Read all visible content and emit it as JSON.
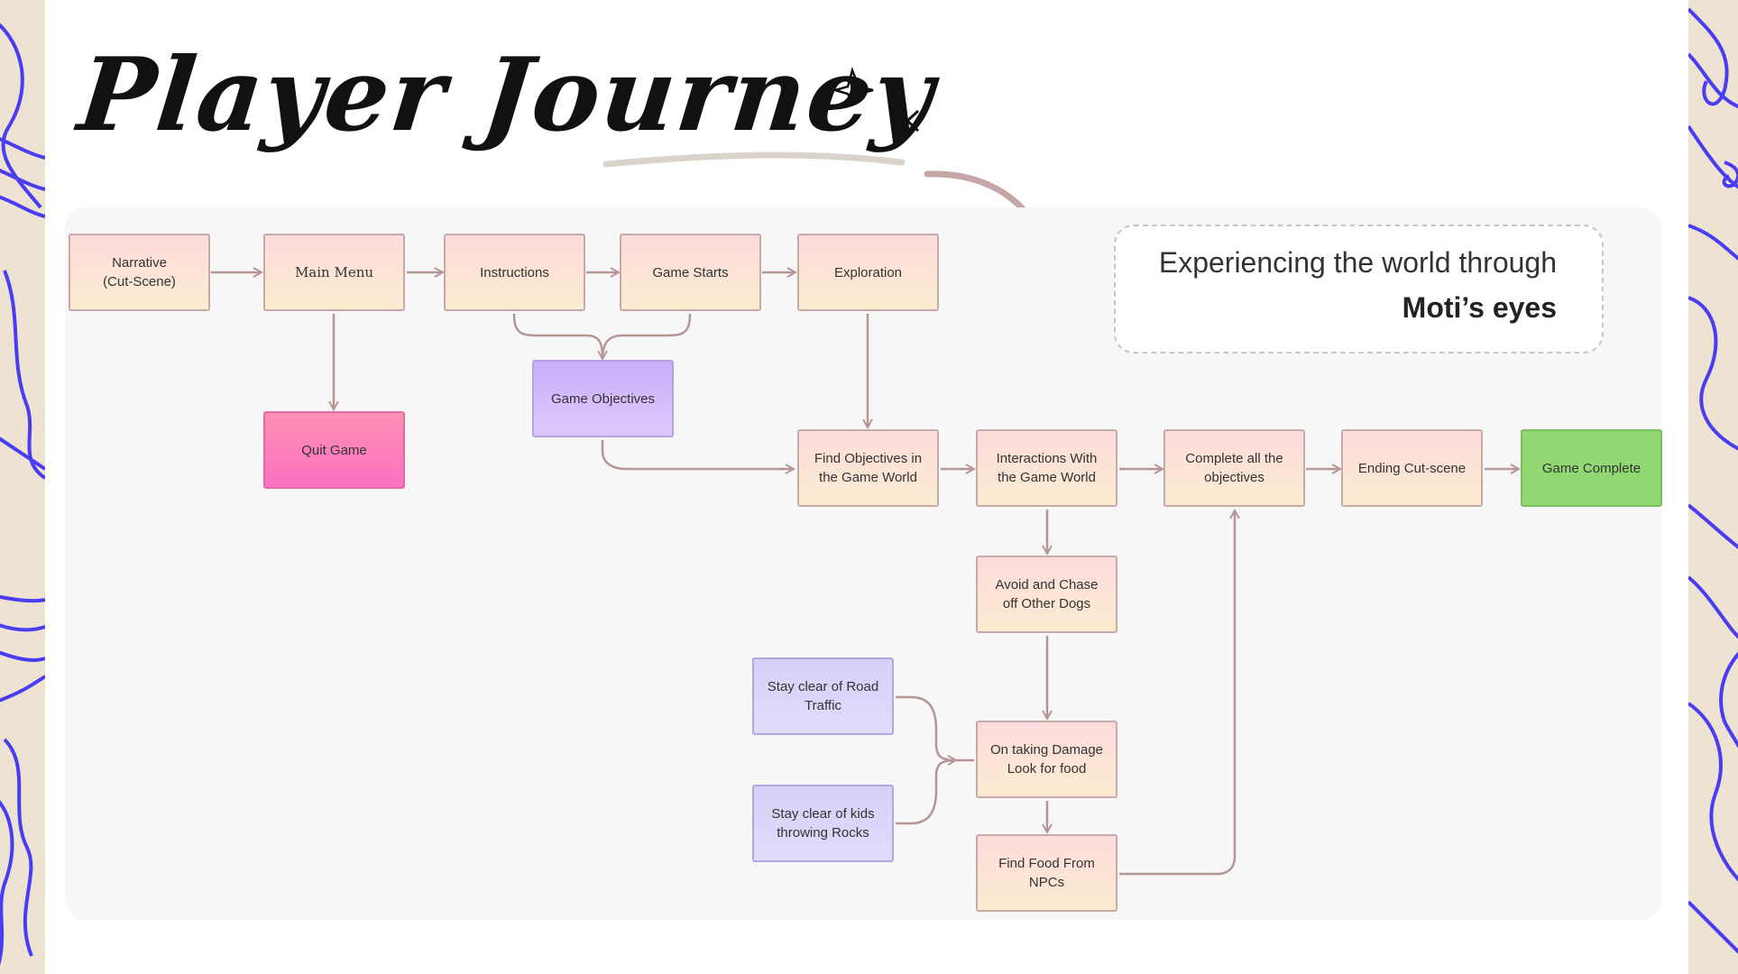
{
  "title": "Player Journey",
  "tagline": {
    "line1": "Experiencing the world through",
    "line2": "Moti’s eyes"
  },
  "nodes": {
    "narrative": "Narrative\n(Cut-Scene)",
    "main_menu": "Main Menu",
    "instructions": "Instructions",
    "game_starts": "Game Starts",
    "exploration": "Exploration",
    "quit_game": "Quit Game",
    "game_objectives": "Game Objectives",
    "find_objectives": "Find Objectives in the Game World",
    "interactions": "Interactions With the Game World",
    "complete_objectives": "Complete all the objectives",
    "ending_cutscene": "Ending Cut-scene",
    "game_complete": "Game Complete",
    "avoid_dogs": "Avoid and Chase off Other Dogs",
    "road_traffic": "Stay clear of Road Traffic",
    "kids_rocks": "Stay clear of kids throwing Rocks",
    "taking_damage": "On taking Damage Look for food",
    "find_food": "Find Food From NPCs"
  },
  "colors": {
    "box_fill": "#fde4d6",
    "box_border": "#c9a8a8",
    "connector": "#b79595",
    "purple": "#cdb6fb",
    "pink": "#fc7fbb",
    "green": "#92d872",
    "lavender": "#dbd5fa",
    "squiggle": "#4a3cf0"
  }
}
